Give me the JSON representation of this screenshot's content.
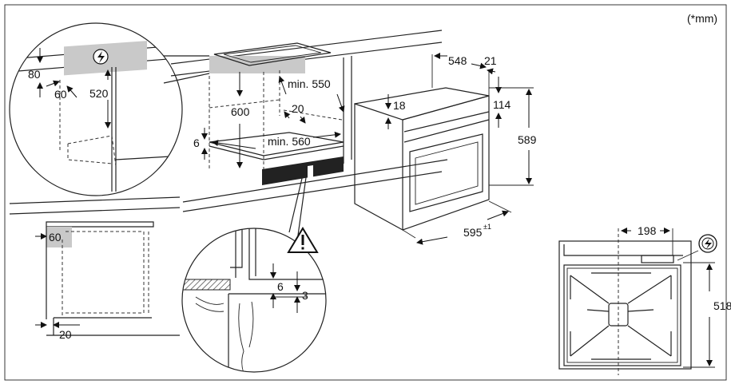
{
  "unit_note": "(*mm)",
  "cabinet_detail": {
    "d80": "80",
    "d60": "60",
    "d520": "520"
  },
  "countertop_view": {
    "d600": "600",
    "d6": "6",
    "min550": "min. 550",
    "d20": "20",
    "min560": "min. 560"
  },
  "oven_view": {
    "d548": "548",
    "d21": "21",
    "d18": "18",
    "d114": "114",
    "d589": "589",
    "d595": "595",
    "d595_sup": "±1"
  },
  "side_section": {
    "d60": "60",
    "d20": "20"
  },
  "gap_detail": {
    "d6": "6",
    "d3": "3"
  },
  "hob_view": {
    "d198": "198",
    "d518": "518"
  },
  "icons": [
    "electric-connection-icon",
    "warning-triangle-icon"
  ],
  "colors": {
    "line": "#222222",
    "highlight_grey": "#c9c9c9",
    "background": "#ffffff"
  }
}
